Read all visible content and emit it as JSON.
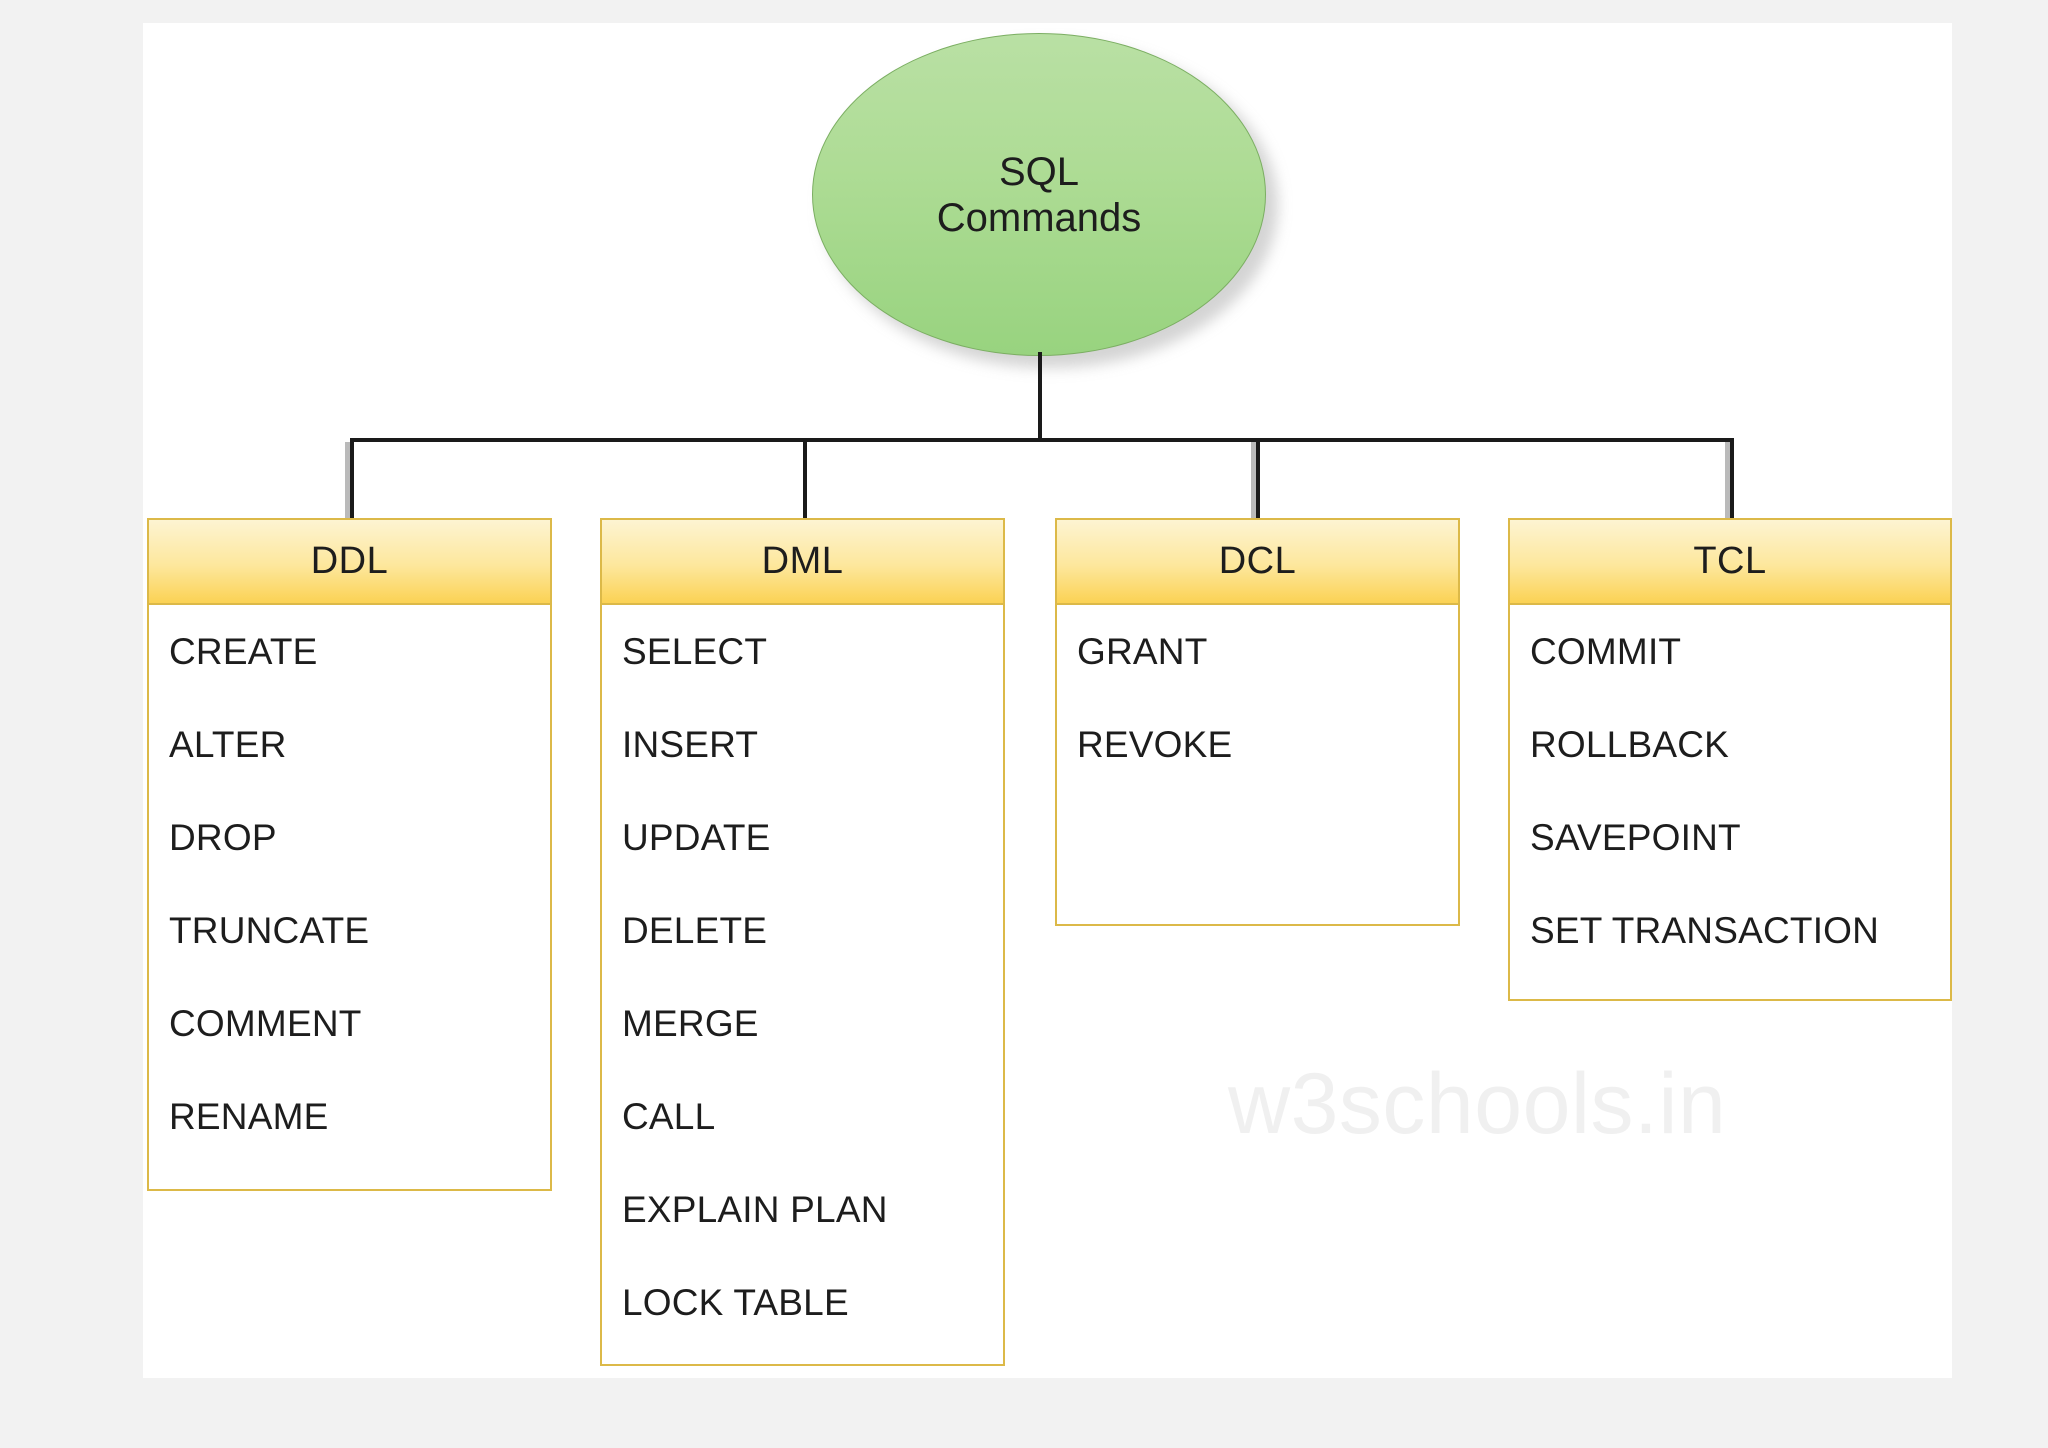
{
  "diagram": {
    "root": {
      "line1": "SQL",
      "line2": "Commands",
      "fill_color": "#aedc95",
      "border_color": "#7bae62"
    },
    "watermark": "w3schools.in",
    "header_color": "#fbd254",
    "border_color": "#dcb948",
    "categories": [
      {
        "id": "ddl",
        "title": "DDL",
        "items": [
          "CREATE",
          "ALTER",
          "DROP",
          "TRUNCATE",
          "COMMENT",
          "RENAME"
        ]
      },
      {
        "id": "dml",
        "title": "DML",
        "items": [
          "SELECT",
          "INSERT",
          "UPDATE",
          "DELETE",
          "MERGE",
          "CALL",
          "EXPLAIN PLAN",
          "LOCK TABLE"
        ]
      },
      {
        "id": "dcl",
        "title": "DCL",
        "items": [
          "GRANT",
          "REVOKE"
        ]
      },
      {
        "id": "tcl",
        "title": "TCL",
        "items": [
          "COMMIT",
          "ROLLBACK",
          "SAVEPOINT",
          "SET TRANSACTION"
        ]
      }
    ]
  }
}
